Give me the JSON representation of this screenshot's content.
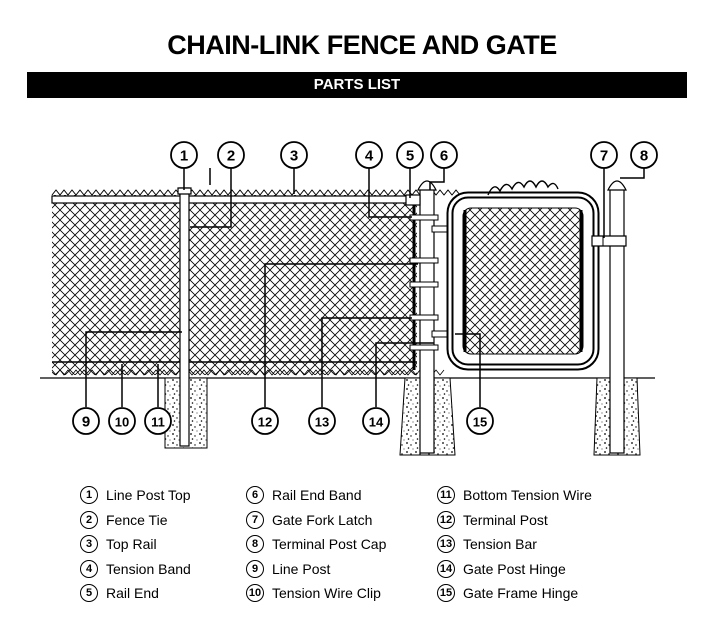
{
  "title": "CHAIN-LINK FENCE AND GATE",
  "subtitle": "PARTS LIST",
  "parts": [
    {
      "number": "1",
      "name": "Line Post Top"
    },
    {
      "number": "2",
      "name": "Fence Tie"
    },
    {
      "number": "3",
      "name": "Top Rail"
    },
    {
      "number": "4",
      "name": "Tension Band"
    },
    {
      "number": "5",
      "name": "Rail End"
    },
    {
      "number": "6",
      "name": "Rail End Band"
    },
    {
      "number": "7",
      "name": "Gate Fork Latch"
    },
    {
      "number": "8",
      "name": "Terminal Post Cap"
    },
    {
      "number": "9",
      "name": "Line Post"
    },
    {
      "number": "10",
      "name": "Tension Wire Clip"
    },
    {
      "number": "11",
      "name": "Bottom Tension Wire"
    },
    {
      "number": "12",
      "name": "Terminal Post"
    },
    {
      "number": "13",
      "name": "Tension Bar"
    },
    {
      "number": "14",
      "name": "Gate Post Hinge"
    },
    {
      "number": "15",
      "name": "Gate Frame Hinge"
    }
  ]
}
